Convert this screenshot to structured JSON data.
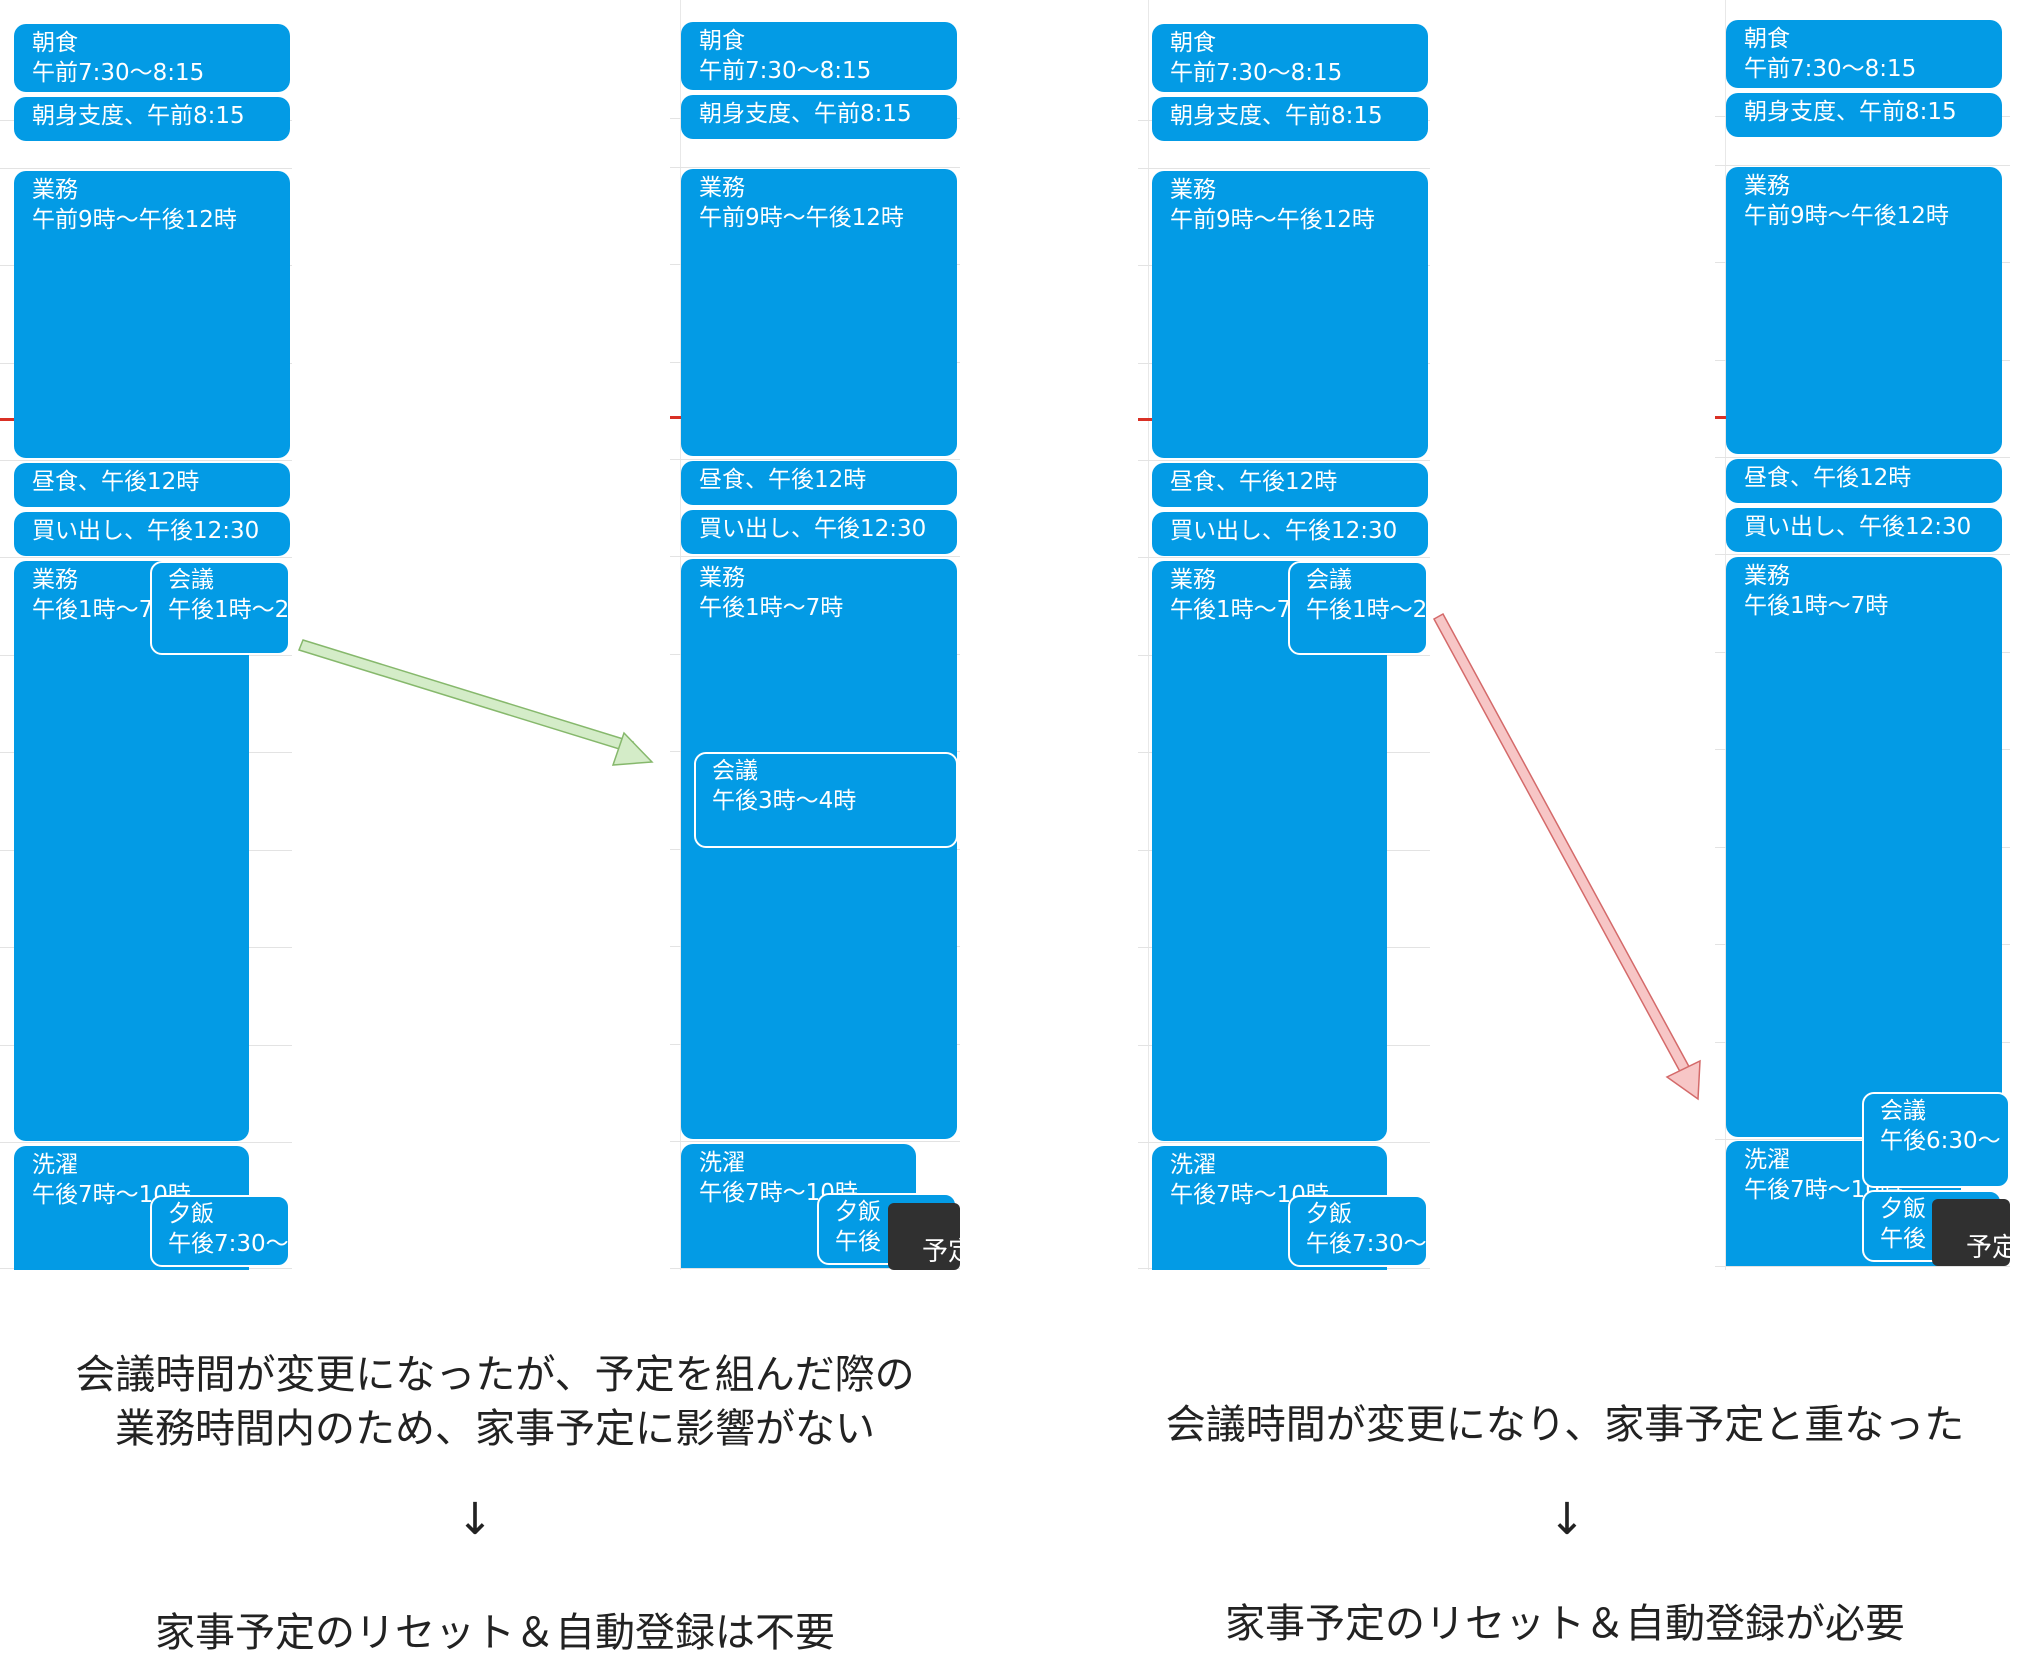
{
  "events": {
    "breakfast": {
      "title": "朝食",
      "time": "午前7:30〜8:15"
    },
    "prep": {
      "title": "朝身支度、午前8:15"
    },
    "work_am": {
      "title": "業務",
      "time": "午前9時〜午後12時"
    },
    "lunch": {
      "title": "昼食、午後12時"
    },
    "shopping": {
      "title": "買い出し、午後12:30"
    },
    "work_pm": {
      "title": "業務",
      "time": "午後1時〜7時"
    },
    "work_pm_trunc": {
      "time": "午後1時〜7"
    },
    "meeting_orig": {
      "title": "会議",
      "time": "午後1時〜2"
    },
    "meeting_moved_ok": {
      "title": "会議",
      "time": "午後3時〜4時"
    },
    "meeting_moved_ng": {
      "title": "会議",
      "time": "午後6:30〜"
    },
    "laundry": {
      "title": "洗濯",
      "time": "午後7時〜10時"
    },
    "dinner": {
      "title": "夕飯",
      "time": "午後7:30〜"
    },
    "dinner_trunc": {
      "title": "夕飯",
      "time": "午後"
    },
    "snackbar": "予定"
  },
  "captions": {
    "left_line1": "会議時間が変更になったが、予定を組んだ際の",
    "left_line2": "業務時間内のため、家事予定に影響がない",
    "left_result": "家事予定のリセット＆自動登録は不要",
    "right_line1": "会議時間が変更になり、家事予定と重なった",
    "right_result": "家事予定のリセット＆自動登録が必要",
    "down_arrow": "↓"
  },
  "colors": {
    "event": "#039be5",
    "green_arrow": "#d4ecc8",
    "red_arrow": "#f7c6c6",
    "now_line": "#d93025"
  }
}
